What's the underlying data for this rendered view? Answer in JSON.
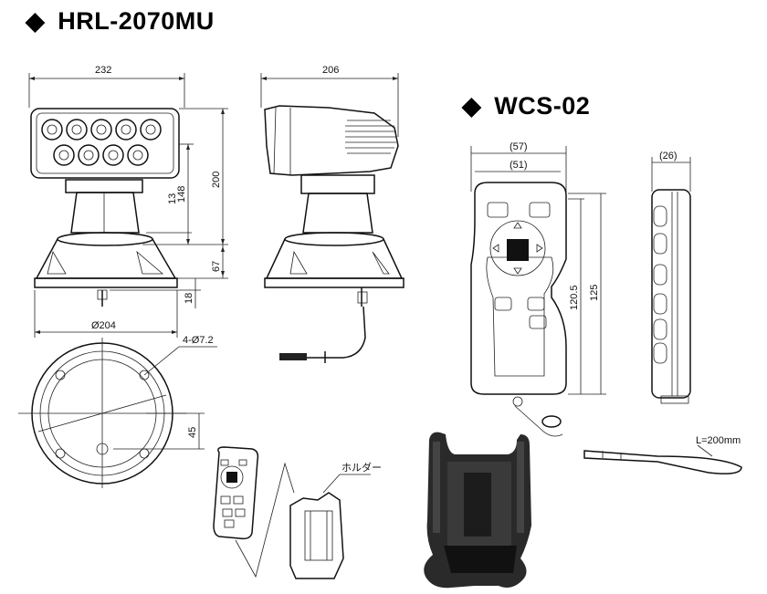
{
  "titles": {
    "left_diamond": "◆",
    "left": "HRL-2070MU",
    "right_diamond": "◆",
    "right": "WCS-02"
  },
  "dimensions": {
    "width_front": "232",
    "width_side": "206",
    "height_200": "200",
    "height_148": "148",
    "dim_13": "13",
    "dim_67": "67",
    "dim_18": "18",
    "base_dia": "Ø204",
    "holes": "4-Ø7.2",
    "dim_45": "45",
    "remote_57": "(57)",
    "remote_51": "(51)",
    "remote_26": "(26)",
    "remote_1205": "120.5",
    "remote_125": "125",
    "strap": "L=200mm",
    "holder_label": "ホルダー"
  },
  "colors": {
    "line": "#222222",
    "holder_fill": "#2a2a2a"
  }
}
